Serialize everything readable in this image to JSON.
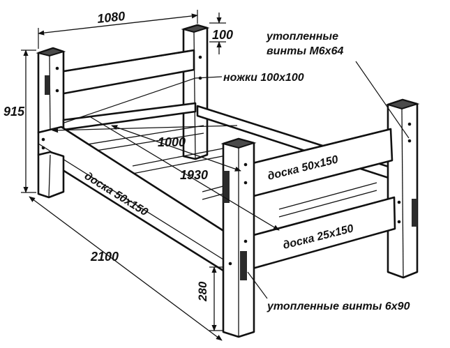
{
  "dimensions": {
    "width_top": "1080",
    "leg_top": "100",
    "height": "915",
    "inner_width": "1000",
    "inner_length": "1930",
    "total_length": "2100",
    "clearance": "280"
  },
  "labels": {
    "countersunk_m6": [
      "утопленные",
      "винты М6х64"
    ],
    "legs": "ножки 100х100",
    "board_side": "доска 50х150",
    "board_foot_top": "доска 50х150",
    "board_foot_bottom": "доска 25х150",
    "countersunk_6x90": "утопленные винты 6х90"
  }
}
